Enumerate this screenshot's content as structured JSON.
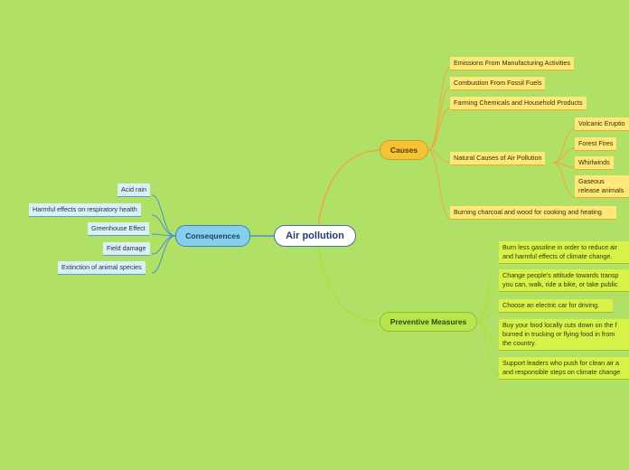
{
  "center": {
    "label": "Air pollution"
  },
  "causes": {
    "label": "Causes",
    "items": [
      "Emissions From Manufacturing Activities",
      "Combustion From Fossil Fuels",
      "Farming Chemicals and Household Products",
      "Natural Causes of Air Pollution",
      "Burning charcoal and wood for cooking and heating"
    ],
    "natural": [
      "Volcanic Eruptio",
      "Forest Fires",
      "Whirlwinds",
      "Gaseous release animals"
    ]
  },
  "consequences": {
    "label": "Consequences",
    "items": [
      "Acid rain",
      "Harmful effects on respiratory health",
      "Greenhouse Effect",
      "Field damage",
      "Extinction of animal species"
    ]
  },
  "preventive": {
    "label": "Preventive Measures",
    "items": [
      "Burn less gasoline in order to reduce air and harmful effects of climate change.",
      "Change people's attitude towards transp you can, walk, ride a bike, or take public",
      "Choose an electric car for driving.",
      "Buy your food locally cuts down on the f burned in trucking or flying food in from the country.",
      "Support leaders who push for clean air a and responsible steps on climate change"
    ]
  },
  "colors": {
    "background": "#b1e067",
    "causes_branch": "#f0a83a",
    "consequences_branch": "#4a8fcf",
    "preventive_branch": "#a6e23a"
  }
}
